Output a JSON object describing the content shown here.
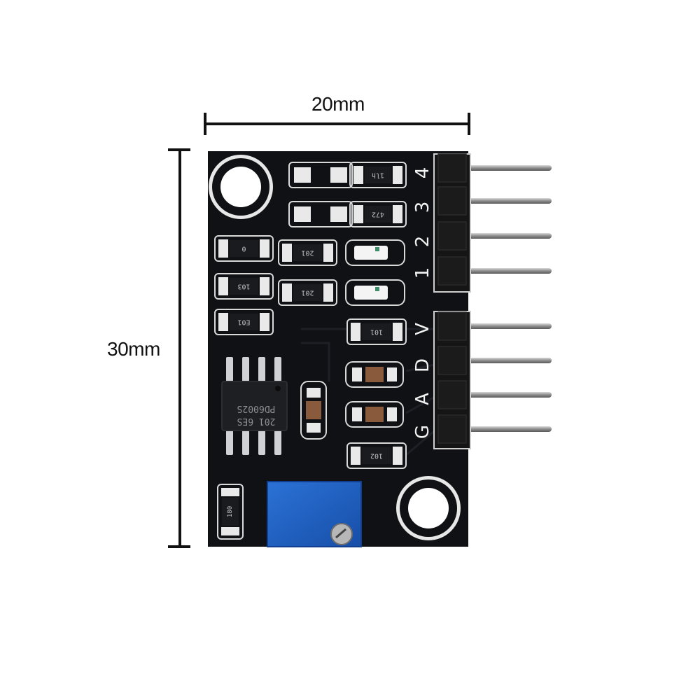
{
  "dimensions": {
    "width_label": "20mm",
    "height_label": "30mm"
  },
  "board": {
    "pin_labels": [
      "4",
      "3",
      "2",
      "1",
      "V",
      "D",
      "A",
      "G"
    ],
    "resistor_codes": [
      "1lh",
      "472",
      "0",
      "201",
      "103",
      "201",
      "E01",
      "101",
      "102",
      "180"
    ],
    "chip_marking_line1": "PD6002S",
    "chip_marking_line2": "201 6ES"
  },
  "colors": {
    "pcb": "#101114",
    "pad": "#e9e9e9",
    "pin": "#9a9a9a",
    "header": "#161616",
    "potentiometer": "#1f5fc4",
    "capacitor": "#8a5a3c"
  }
}
